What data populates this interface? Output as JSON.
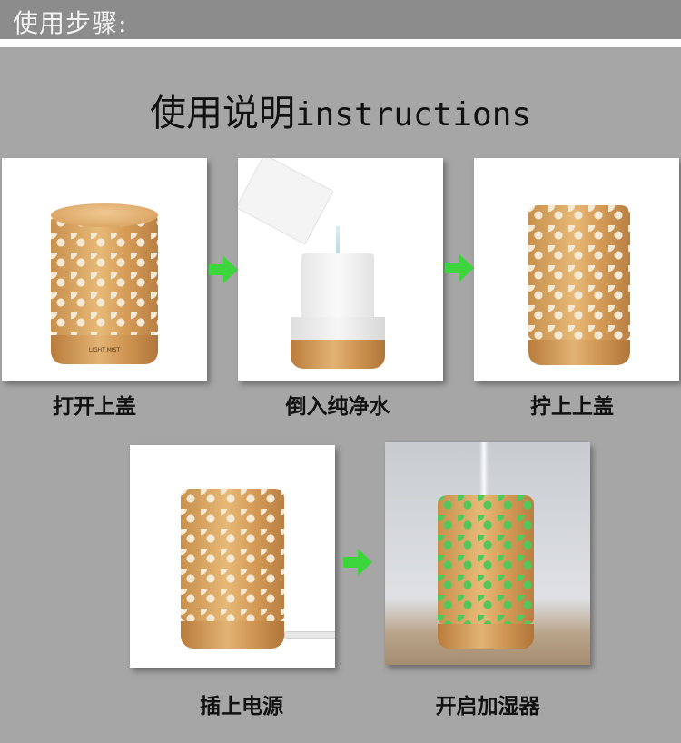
{
  "header": {
    "label": "使用步骤:"
  },
  "title": {
    "zh": "使用说明",
    "en": "instructions"
  },
  "steps": [
    {
      "caption": "打开上盖"
    },
    {
      "caption": "倒入纯净水"
    },
    {
      "caption": "拧上上盖"
    },
    {
      "caption": "插上电源"
    },
    {
      "caption": "开启加湿器"
    }
  ],
  "device": {
    "buttons_label": "LIGHT  MIST"
  },
  "colors": {
    "arrow": "#3cd63c",
    "mist_light": "#52c85a",
    "wood": "#d9a463"
  }
}
